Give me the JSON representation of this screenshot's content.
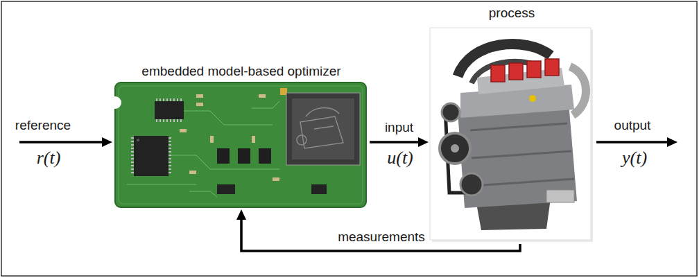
{
  "diagram": {
    "nodes": [
      {
        "text": [
          "embedded model-based optimizer"
        ]
      },
      {
        "text": [
          "process"
        ]
      }
    ],
    "edges": [
      {
        "from": 0,
        "to": 1,
        "arrow": "to",
        "label": "input"
      },
      {
        "from": 1,
        "to": 0,
        "arrow": "to",
        "label": "measurements"
      }
    ],
    "labels": [
      "reference",
      "r(t)",
      "u(t)",
      "output",
      "y(t)"
    ]
  }
}
